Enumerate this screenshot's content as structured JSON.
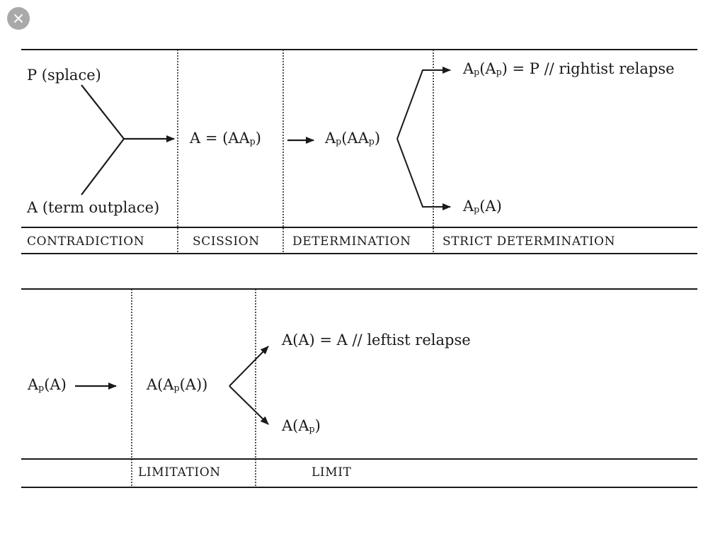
{
  "close_button": {
    "icon": "close-icon"
  },
  "diagram_1": {
    "left": {
      "p": "P (splace)",
      "a": "A (term outplace)"
    },
    "scission": {
      "base": "A = (AA",
      "sub": "p",
      "tail": ")"
    },
    "determination": {
      "base1": "A",
      "sub1": "p",
      "base2": "(AA",
      "sub2": "p",
      "tail": ")"
    },
    "strict": {
      "top": {
        "b1": "A",
        "s1": "p",
        "b2": "(A",
        "s2": "p",
        "tail": ") = P // rightist relapse"
      },
      "bottom": {
        "b1": "A",
        "s1": "p",
        "tail": "(A)"
      }
    },
    "labels": [
      "CONTRADICTION",
      "SCISSION",
      "DETERMINATION",
      "STRICT DETERMINATION"
    ]
  },
  "diagram_2": {
    "start": {
      "b1": "A",
      "s1": "p",
      "tail": "(A)"
    },
    "limitation": {
      "b1": "A(A",
      "s1": "p",
      "tail": "(A))"
    },
    "limit": {
      "top": "A(A) = A // leftist relapse",
      "bottom": {
        "b1": "A(A",
        "s1": "p",
        "tail": ")"
      }
    },
    "labels": [
      "LIMITATION",
      "LIMIT"
    ]
  }
}
